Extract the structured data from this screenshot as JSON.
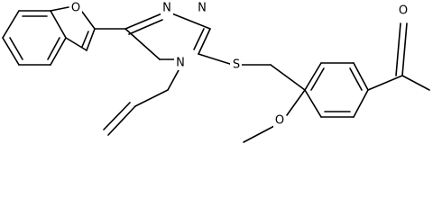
{
  "atoms": {
    "furan_o": "O",
    "triazole_n1": "N",
    "triazole_n2": "N",
    "triazole_n4": "N",
    "thioether_s": "S",
    "methoxy_o": "O",
    "ketone_o": "O"
  },
  "colors": {
    "bond": "#000000",
    "background": "#ffffff"
  }
}
